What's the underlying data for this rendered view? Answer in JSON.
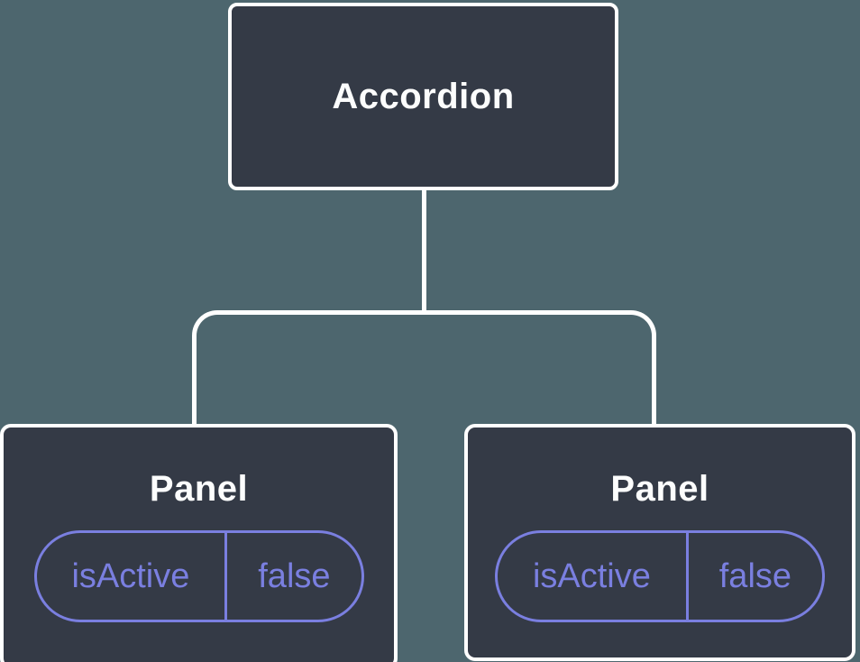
{
  "colors": {
    "background": "#4d666e",
    "node_fill": "#343a46",
    "node_border": "#ffffff",
    "edge": "#ffffff",
    "accent": "#7a7fe0",
    "title_text": "#fcfdfd"
  },
  "diagram": {
    "root": {
      "label": "Accordion"
    },
    "children": [
      {
        "label": "Panel",
        "prop": {
          "name": "isActive",
          "value": "false"
        }
      },
      {
        "label": "Panel",
        "prop": {
          "name": "isActive",
          "value": "false"
        }
      }
    ]
  }
}
